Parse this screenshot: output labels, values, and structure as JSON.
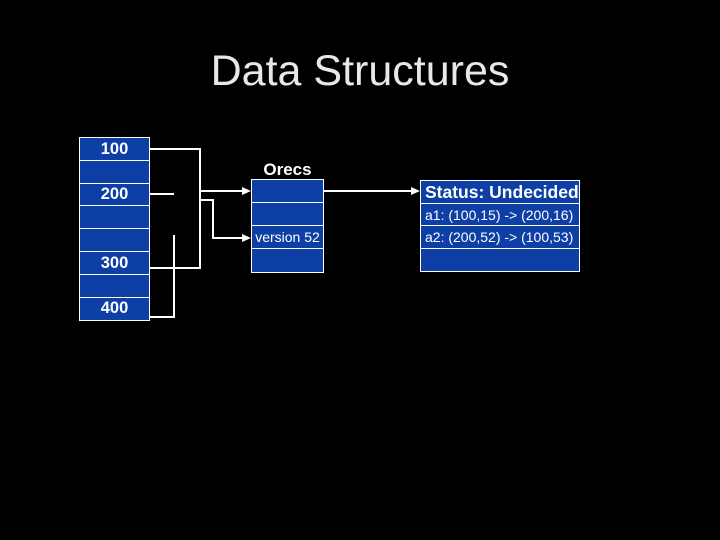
{
  "slide": {
    "title": "Data Structures"
  },
  "memory": {
    "rows": [
      "100",
      "",
      "200",
      "",
      "",
      "300",
      "",
      "400"
    ]
  },
  "orecs": {
    "label": "Orecs",
    "cells": [
      "",
      "",
      "version 52",
      ""
    ]
  },
  "status": {
    "rows": [
      "Status: Undecided",
      "a1: (100,15) -> (200,16)",
      "a2: (200,52) -> (100,53)",
      ""
    ]
  },
  "colors": {
    "background": "#000000",
    "box_fill": "#0D3FA5",
    "line": "#FFFFFF",
    "title_text": "#E8E8E8",
    "box_text": "#FFFFFF"
  }
}
